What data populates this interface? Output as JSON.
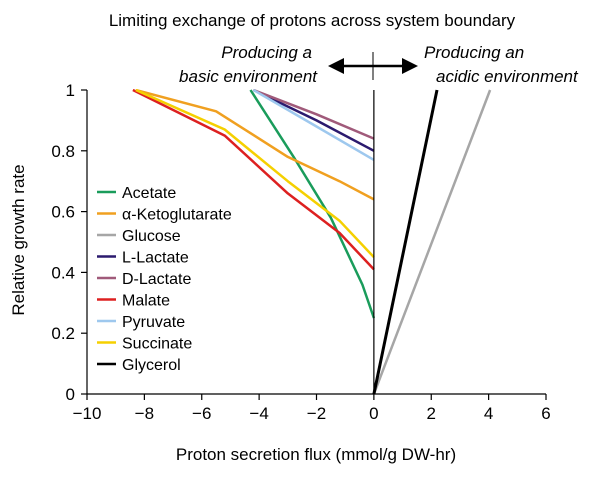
{
  "chart_data": {
    "type": "line",
    "title": "Limiting exchange of protons across system boundary",
    "xlabel": "Proton secretion flux (mmol/g DW-hr)",
    "ylabel": "Relative growth rate",
    "xlim": [
      -10,
      6
    ],
    "ylim": [
      0,
      1
    ],
    "xticks": [
      -10,
      -8,
      -6,
      -4,
      -2,
      0,
      2,
      4,
      6
    ],
    "yticks": [
      0,
      0.2,
      0.4,
      0.6,
      0.8,
      1
    ],
    "xtick_labels": [
      "−10",
      "−8",
      "−6",
      "−4",
      "−2",
      "0",
      "2",
      "4",
      "6"
    ],
    "ytick_labels": [
      "0",
      "0.2",
      "0.4",
      "0.6",
      "0.8",
      "1"
    ],
    "annotations": {
      "left_line1": "Producing a",
      "left_line2": "basic environment",
      "right_line1": "Producing an",
      "right_line2": "acidic environment"
    },
    "legend_position": "left",
    "series": [
      {
        "name": "Acetate",
        "color": "#1a9c5b",
        "x": [
          -4.3,
          -2.8,
          -1.5,
          -0.4,
          0
        ],
        "y": [
          1,
          0.78,
          0.58,
          0.36,
          0.25
        ]
      },
      {
        "name": "α-Ketoglutarate",
        "color": "#f0a020",
        "x": [
          -8.3,
          -5.5,
          -3.0,
          -1.2,
          0
        ],
        "y": [
          1,
          0.93,
          0.78,
          0.7,
          0.64
        ]
      },
      {
        "name": "Glucose",
        "color": "#a6a6a6",
        "x": [
          0,
          4.05
        ],
        "y": [
          0,
          1
        ]
      },
      {
        "name": "L-Lactate",
        "color": "#2b1a6e",
        "x": [
          -4.2,
          -2.0,
          0
        ],
        "y": [
          1,
          0.9,
          0.8
        ]
      },
      {
        "name": "D-Lactate",
        "color": "#a05a7a",
        "x": [
          -4.2,
          -2.0,
          0
        ],
        "y": [
          1,
          0.92,
          0.84
        ]
      },
      {
        "name": "Malate",
        "color": "#dd2020",
        "x": [
          -8.4,
          -5.2,
          -3.0,
          -1.2,
          0
        ],
        "y": [
          1,
          0.85,
          0.66,
          0.53,
          0.41
        ]
      },
      {
        "name": "Pyruvate",
        "color": "#9ec8ee",
        "x": [
          -4.2,
          -2.0,
          0
        ],
        "y": [
          1,
          0.88,
          0.77
        ]
      },
      {
        "name": "Succinate",
        "color": "#f5d000",
        "x": [
          -8.3,
          -5.2,
          -3.0,
          -1.2,
          0
        ],
        "y": [
          1,
          0.87,
          0.7,
          0.57,
          0.45
        ]
      },
      {
        "name": "Glycerol",
        "color": "#000000",
        "x": [
          0,
          2.2
        ],
        "y": [
          0,
          1
        ]
      }
    ]
  }
}
